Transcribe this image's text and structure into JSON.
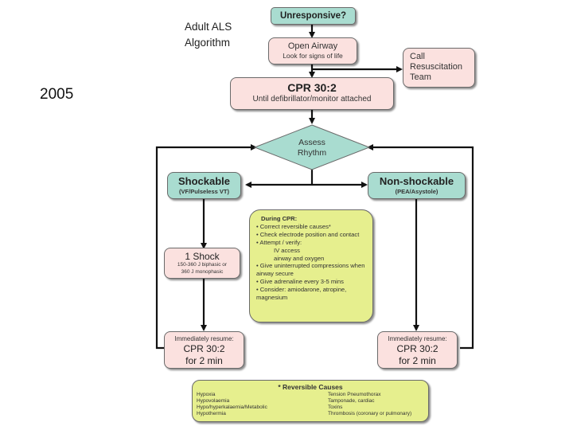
{
  "slide": {
    "year_label": "2005",
    "title_line1": "Adult ALS",
    "title_line2": "Algorithm"
  },
  "flowchart": {
    "unresponsive": "Unresponsive?",
    "open_airway": {
      "title": "Open Airway",
      "subtitle": "Look for signs of life"
    },
    "call_team": {
      "line1": "Call",
      "line2": "Resuscitation",
      "line3": "Team"
    },
    "cpr_initial": {
      "title": "CPR 30:2",
      "subtitle": "Until defibrillator/monitor attached"
    },
    "assess": {
      "line1": "Assess",
      "line2": "Rhythm"
    },
    "shockable": {
      "title": "Shockable",
      "subtitle": "(VF/Pulseless VT)"
    },
    "non_shockable": {
      "title": "Non-shockable",
      "subtitle": "(PEA/Asystole)"
    },
    "shock": {
      "title": "1 Shock",
      "line1": "150-360 J biphasic or",
      "line2": "360 J monophasic"
    },
    "resume_left": {
      "line1": "Immediately resume:",
      "line2": "CPR 30:2",
      "line3": "for 2 min"
    },
    "resume_right": {
      "line1": "Immediately resume:",
      "line2": "CPR 30:2",
      "line3": "for 2 min"
    },
    "during_cpr": {
      "heading": "During CPR:",
      "items": [
        "• Correct reversible causes*",
        "• Check electrode position and contact",
        "• Attempt / verify:",
        "IV access",
        "airway and oxygen",
        "• Give uninterrupted compressions when airway secure",
        "• Give adrenaline every 3-5 mins",
        "• Consider: amiodarone, atropine, magnesium"
      ]
    },
    "reversible_causes": {
      "heading": "* Reversible Causes",
      "left": [
        "Hypoxia",
        "Hypovolaemia",
        "Hypo/hyperkalaemia/Metabolic",
        "Hypothermia"
      ],
      "right": [
        "Tension Pneumothorax",
        "Tamponade, cardiac",
        "Toxins",
        "Thrombosis (coronary or pulmonary)"
      ]
    }
  },
  "colors": {
    "teal": "#a9dcd0",
    "pink": "#fbe1df",
    "lime": "#e6ef8e",
    "line": "#111111"
  }
}
